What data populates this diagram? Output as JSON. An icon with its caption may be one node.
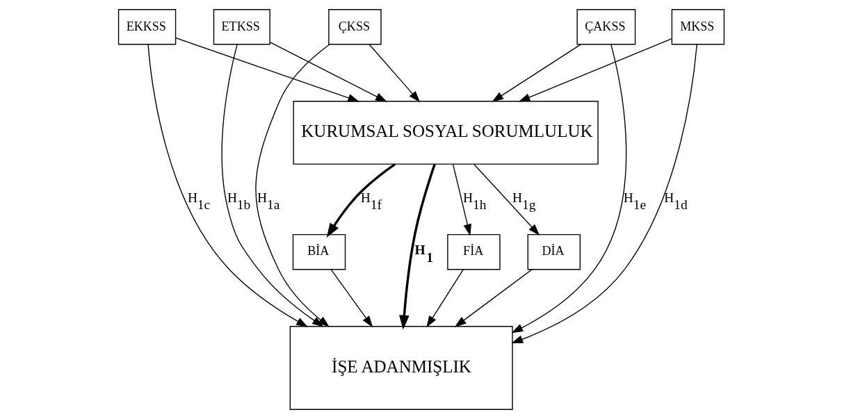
{
  "diagram": {
    "nodes": [
      {
        "text": [
          "KURUMSAL SOSYAL SORUMLULUK"
        ]
      },
      {
        "text": [
          "FİA"
        ]
      },
      {
        "text": [
          "DİA"
        ]
      },
      {
        "text": [
          "BİA"
        ]
      },
      {
        "text": [
          "İŞE ADANMIŞLIK"
        ]
      },
      {
        "text": [
          "ÇKSS"
        ]
      },
      {
        "text": [
          "ETKSS"
        ]
      },
      {
        "text": [
          "EKKSS"
        ]
      },
      {
        "text": [
          "MKSS"
        ]
      },
      {
        "text": [
          "ÇAKSS"
        ]
      }
    ],
    "edges": [
      {
        "from": 0,
        "to": 3,
        "arrow": "to",
        "label": "H$_{1f}$",
        "style": "thick"
      },
      {
        "from": 0,
        "to": 2,
        "arrow": "to",
        "label": "H$_{1g}$"
      },
      {
        "from": 0,
        "to": 1,
        "arrow": "to",
        "label": "H$_{1h}$"
      },
      {
        "from": 1,
        "to": 4,
        "arrow": "to"
      },
      {
        "from": 2,
        "to": 4,
        "arrow": "to"
      },
      {
        "from": 3,
        "to": 4,
        "arrow": "to"
      },
      {
        "from": 0,
        "to": 4,
        "arrow": "to",
        "label": "**H$_{1}$**",
        "style": "thick"
      },
      {
        "from": 5,
        "to": 0,
        "arrow": "to"
      },
      {
        "from": 6,
        "to": 0,
        "arrow": "to"
      },
      {
        "from": 7,
        "to": 0,
        "arrow": "to"
      },
      {
        "from": 8,
        "to": 0,
        "arrow": "to"
      },
      {
        "from": 9,
        "to": 0,
        "arrow": "to"
      },
      {
        "from": 5,
        "to": 4,
        "arrow": "to",
        "label": "H$_{1a}$"
      },
      {
        "from": 6,
        "to": 4,
        "arrow": "to",
        "label": "H$_{1b}$"
      },
      {
        "from": 7,
        "to": 4,
        "arrow": "to",
        "label": "H$_{1c}$"
      },
      {
        "from": 8,
        "to": 4,
        "arrow": "to",
        "label": "H$_{1d}$"
      },
      {
        "from": 9,
        "to": 4,
        "arrow": "to",
        "label": "H$_{1e}$"
      }
    ]
  }
}
